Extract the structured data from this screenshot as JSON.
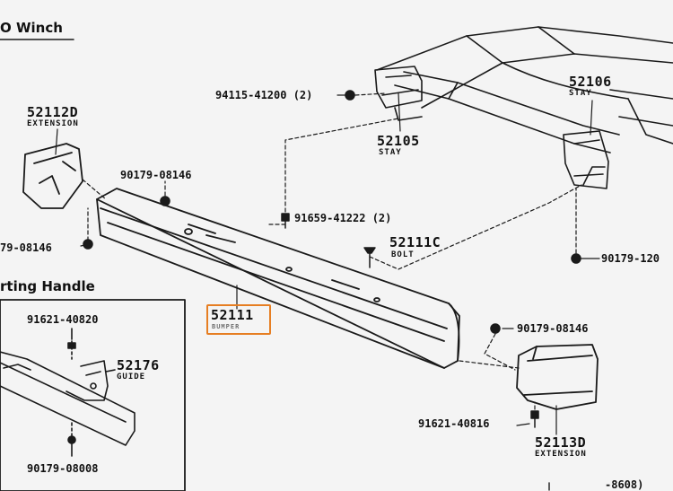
{
  "headings": {
    "top": "O  Winch",
    "inset": "rting Handle"
  },
  "parts": {
    "p52112d": {
      "number": "52112D",
      "name": "EXTENSION"
    },
    "p90179_08146_a": {
      "number": "90179-08146"
    },
    "p79_08146_left": {
      "number": "79-08146"
    },
    "p94115_41200": {
      "number": "94115-41200 (2)"
    },
    "p52105": {
      "number": "52105",
      "name": "STAY"
    },
    "p52106": {
      "number": "52106",
      "name": "STAY"
    },
    "p91659_41222": {
      "number": "91659-41222 (2)"
    },
    "p52111c": {
      "number": "52111C",
      "name": "BOLT"
    },
    "p90179_120": {
      "number": "90179-120"
    },
    "p52111": {
      "number": "52111",
      "name": "BUMPER"
    },
    "p90179_08146_b": {
      "number": "90179-08146"
    },
    "p91621_40816": {
      "number": "91621-40816"
    },
    "p52113d": {
      "number": "52113D",
      "name": "EXTENSION"
    },
    "p91621_40820": {
      "number": "91621-40820"
    },
    "p52176": {
      "number": "52176",
      "name": "GUIDE"
    },
    "p90179_08008": {
      "number": "90179-08008"
    },
    "p_ref": {
      "number": "-8608)"
    }
  },
  "highlight": {
    "part": "52111",
    "color": "#e67e22"
  }
}
